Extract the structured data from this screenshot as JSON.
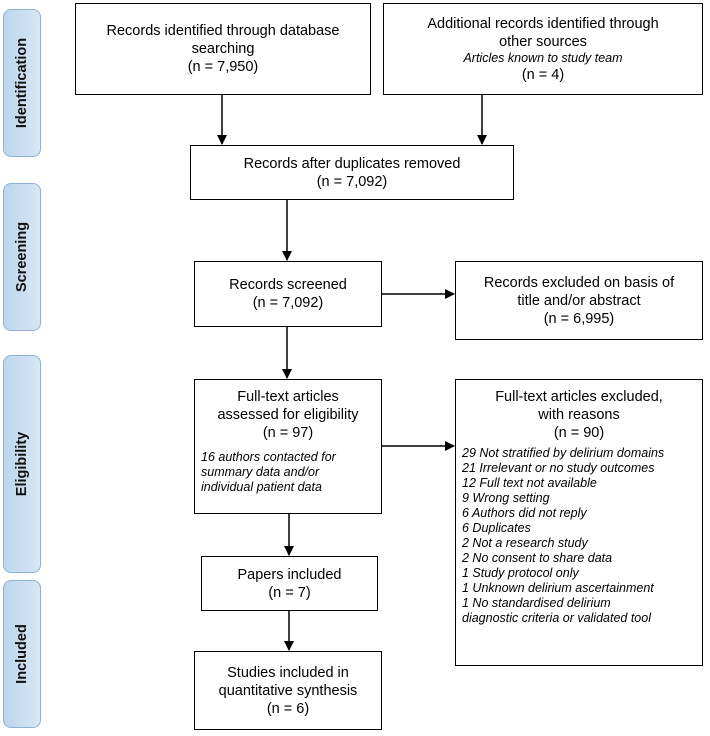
{
  "stages": {
    "identification": "Identification",
    "screening": "Screening",
    "eligibility": "Eligibility",
    "included": "Included"
  },
  "boxes": {
    "database_records": {
      "line1": "Records identified through database",
      "line2": "searching",
      "count": "(n = 7,950)"
    },
    "other_records": {
      "line1": "Additional records identified through",
      "line2": "other sources",
      "note": "Articles known to study team",
      "count": "(n = 4)"
    },
    "after_duplicates": {
      "line1": "Records after duplicates removed",
      "count": "(n = 7,092)"
    },
    "screened": {
      "line1": "Records screened",
      "count": "(n = 7,092)"
    },
    "excluded_title": {
      "line1": "Records excluded on basis of",
      "line2": "title and/or abstract",
      "count": "(n = 6,995)"
    },
    "fulltext_assessed": {
      "line1": "Full-text articles",
      "line2": "assessed for eligibility",
      "count": "(n = 97)",
      "note1": "16 authors contacted for",
      "note2": "summary data and/or",
      "note3": "individual patient data"
    },
    "fulltext_excluded": {
      "line1": "Full-text articles excluded,",
      "line2": "with reasons",
      "count": "(n = 90)",
      "reasons": [
        "29 Not stratified by delirium domains",
        "21 Irrelevant or no study outcomes",
        "12 Full text not available",
        "9 Wrong setting",
        "6 Authors did not reply",
        "6 Duplicates",
        "2 Not a research study",
        "2 No consent to share data",
        "1 Study protocol only",
        "1 Unknown delirium ascertainment",
        "1 No standardised delirium",
        "diagnostic criteria or validated tool"
      ]
    },
    "papers_included": {
      "line1": "Papers included",
      "count": "(n = 7)"
    },
    "studies_included": {
      "line1": "Studies included in",
      "line2": "quantitative synthesis",
      "count": "(n = 6)"
    }
  }
}
